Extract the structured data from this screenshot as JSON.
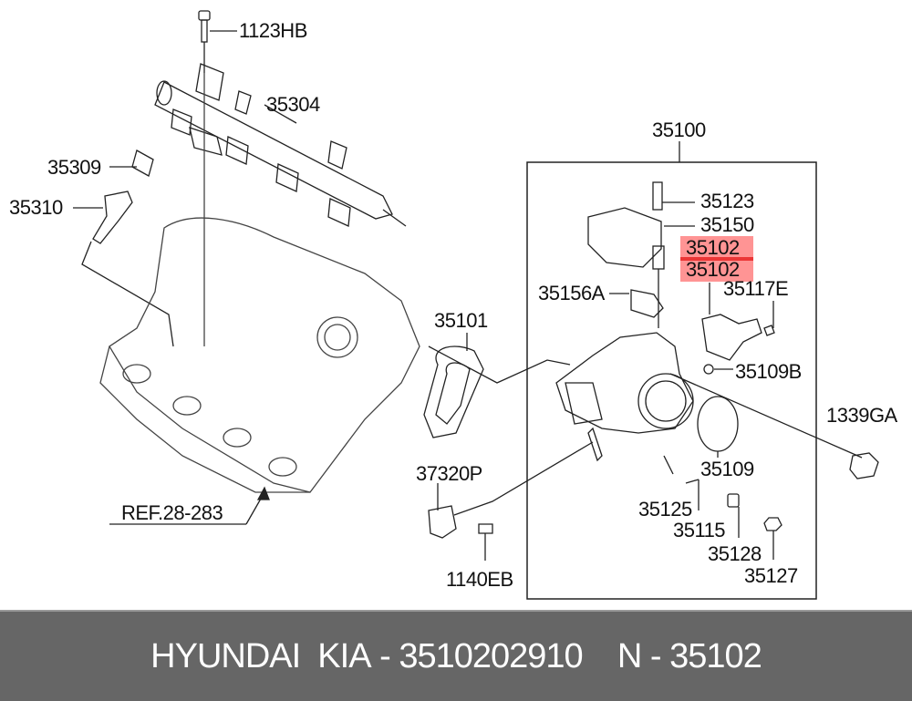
{
  "diagram": {
    "labels": {
      "p1123HB": "1123HB",
      "p35304": "35304",
      "p35309": "35309",
      "p35310": "35310",
      "p35100": "35100",
      "p35123": "35123",
      "p35150": "35150",
      "p35102a": "35102",
      "p35102b": "35102",
      "p35117E": "35117E",
      "p35156A": "35156A",
      "p35101": "35101",
      "p35109B": "35109B",
      "p1339GA": "1339GA",
      "p37320P": "37320P",
      "p35109": "35109",
      "p35125": "35125",
      "p35115": "35115",
      "p35128": "35128",
      "p35127": "35127",
      "p1140EB": "1140EB",
      "ref": "REF.28-283"
    },
    "highlight_color": "#ff3c3c"
  },
  "footer": {
    "brand": "HYUNDAI  KIA",
    "sep1": " - ",
    "part_number": "3510202910",
    "gap": "    ",
    "n_label": "N",
    "sep2": " - ",
    "n_value": "35102",
    "background": "#666666"
  }
}
